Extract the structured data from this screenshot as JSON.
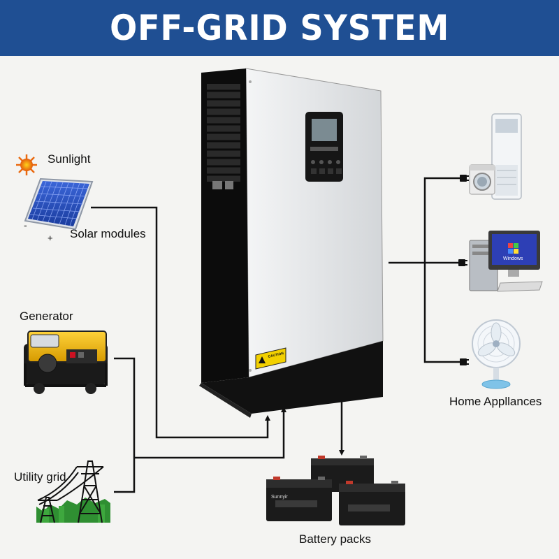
{
  "title": "OFF-GRID SYSTEM",
  "labels": {
    "sunlight": "Sunlight",
    "solar_modules": "Solar modules",
    "generator": "Generator",
    "utility_grid": "Utility grid",
    "battery_packs": "Battery packs",
    "home_appliances": "Home Appllances"
  },
  "panel_polarity": {
    "minus": "-",
    "plus": "+"
  },
  "inverter_caution": "CAUTION",
  "computer_screen_text": "Windows",
  "battery_brand": "Sunnyir",
  "icons": [
    "sun-icon",
    "solar-panel-icon",
    "generator-icon",
    "power-tower-icon",
    "inverter-icon",
    "battery-icon",
    "plug-icon",
    "air-conditioner-icon",
    "washing-machine-icon",
    "computer-icon",
    "fan-icon"
  ],
  "colors": {
    "banner": "#1f4f93",
    "wire": "#111111",
    "inverter_front": "#e6e8ea",
    "inverter_body": "#111111"
  }
}
